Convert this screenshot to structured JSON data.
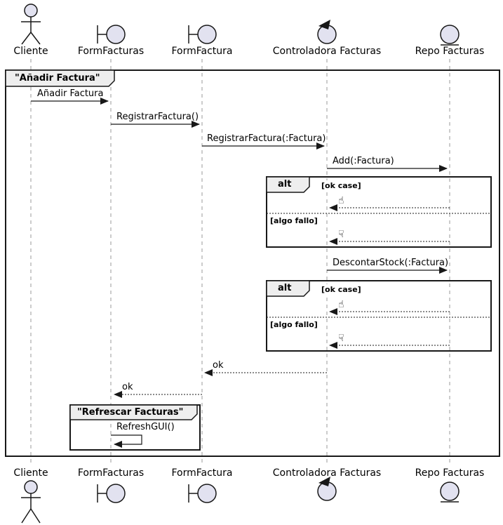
{
  "participants": {
    "cliente": "Cliente",
    "form_facturas": "FormFacturas",
    "form_factura": "FormFactura",
    "controladora": "Controladora Facturas",
    "repo": "Repo Facturas"
  },
  "frames": {
    "main_title": "\"Añadir Factura\"",
    "alt_operator": "alt",
    "guard_ok": "[ok case]",
    "guard_fail": "[algo fallo]",
    "refresh_title": "\"Refrescar Facturas\""
  },
  "messages": {
    "anadir_factura": "Añadir Factura",
    "registrar_factura": "RegistrarFactura()",
    "registrar_factura_param": "RegistrarFactura(:Factura)",
    "add_factura": "Add(:Factura)",
    "descontar_stock": "DescontarStock(:Factura)",
    "ok_return_1": "ok",
    "ok_return_2": "ok",
    "refresh_gui": "RefreshGUI()"
  },
  "icons": {
    "thumb_up": "☝",
    "thumb_down": "☟"
  },
  "colors": {
    "shape_fill": "#E2E2F0",
    "frame_tab_fill": "#EEEEEE",
    "line": "#181818",
    "lifeline": "#999999"
  }
}
